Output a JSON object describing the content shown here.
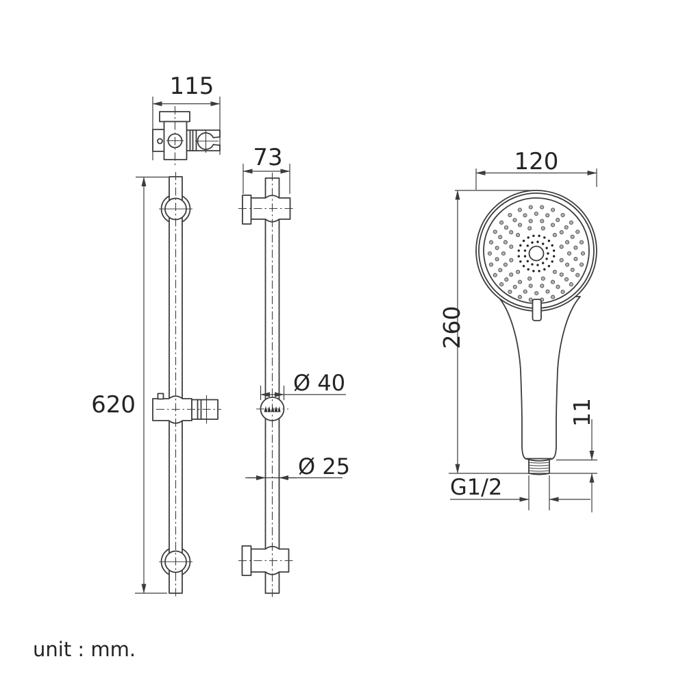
{
  "drawing": {
    "title": "shower slide bar and hand shower dimensional drawing",
    "unit_label": "unit : mm.",
    "colors": {
      "line": "#3c3c3c",
      "text": "#242424",
      "nozzle_fill": "#b3b3b3",
      "nozzle_stroke": "#4a4a4a",
      "inner_dot": "#222222",
      "background": "#ffffff"
    },
    "views": {
      "bracket_top": {
        "label": "slide-bar wall bracket, top view",
        "dim_width": "115"
      },
      "bar_front": {
        "label": "slide bar, front view",
        "dim_height": "620"
      },
      "bar_side": {
        "label": "slide bar, side view",
        "dim_depth": "73",
        "dim_slider_diameter": "Ø 40",
        "dim_bar_diameter": "Ø 25"
      },
      "hand_shower": {
        "label": "hand shower, front view",
        "dim_head_diameter": "120",
        "dim_length": "260",
        "dim_thread_length": "11",
        "dim_thread_type": "G1/2"
      }
    }
  }
}
